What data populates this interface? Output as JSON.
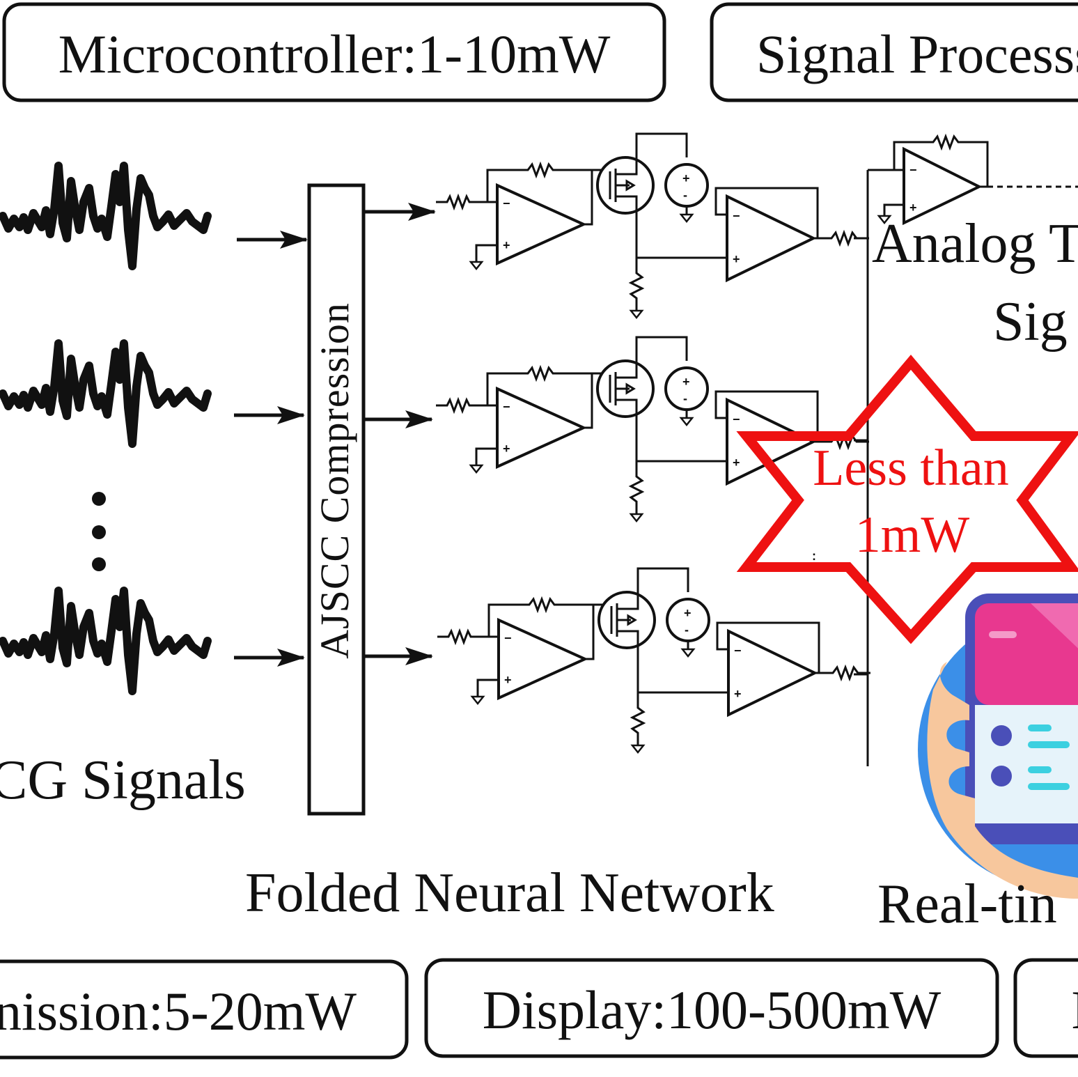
{
  "top_boxes": {
    "microcontroller": "Microcontroller:1-10mW",
    "signal_processing": "Signal Processs"
  },
  "bottom_boxes": {
    "transmission": "nission:5-20mW",
    "display": "Display:100-500mW",
    "third_partial": "I"
  },
  "labels": {
    "ecg_signals": "CG Signals",
    "compression": "AJSCC Compression",
    "folded_network": "Folded Neural Network",
    "realtime": "Real-tin",
    "analog_line1": "Analog T",
    "analog_line2": "Sig"
  },
  "star": {
    "line1": "Less than",
    "line2": "1mW",
    "color": "#ee1111"
  },
  "colors": {
    "ink": "#111111",
    "phone_bg_circle": "#3b8fe8",
    "phone_screen_top": "#e8388f",
    "phone_body": "#4a4fb8",
    "phone_card": "#e6f3fa",
    "phone_hand": "#f7c79d",
    "phone_dot": "#4a4fb8",
    "phone_bar": "#3cd0e0"
  },
  "icons": {
    "phone": "smartphone-in-hand-icon"
  }
}
